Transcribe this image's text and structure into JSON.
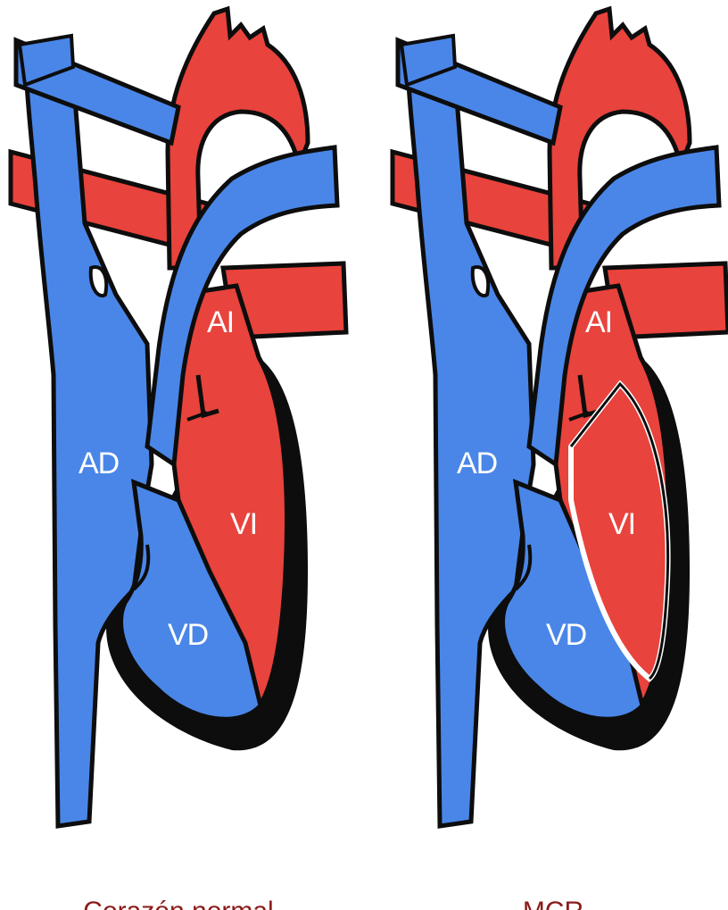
{
  "diagrams": [
    {
      "caption": "Corazón normal",
      "labels": {
        "right_atrium": "AD",
        "left_atrium": "AI",
        "right_ventricle": "VD",
        "left_ventricle": "VI"
      }
    },
    {
      "caption": "MCR",
      "labels": {
        "right_atrium": "AD",
        "left_atrium": "AI",
        "right_ventricle": "VD",
        "left_ventricle": "VI"
      }
    }
  ],
  "colors": {
    "deoxygenated": "#4a86e8",
    "oxygenated": "#e8433c",
    "outline": "#0d0d0d",
    "background": "#ffffff"
  }
}
